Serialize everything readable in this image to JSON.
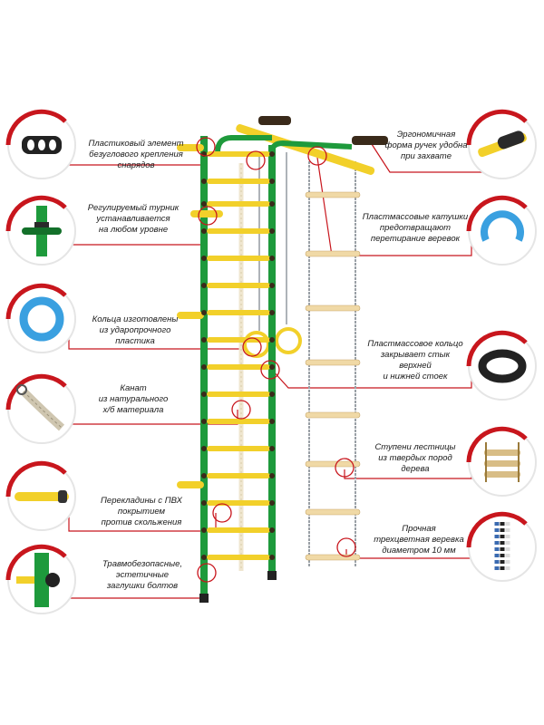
{
  "colors": {
    "frame": "#1e9a3c",
    "frame_dark": "#13702a",
    "bars": "#f2d02a",
    "ring_accent": "#c8161d",
    "ladder_rungs": "#f0d9a6",
    "rope": "#efe6cf",
    "chain": "#9aa0a6"
  },
  "annotations": [
    {
      "id": "plastic-fixing",
      "text": "Пластиковый элемент\nбезуглового крепления\nснарядов",
      "icon": "plastic-fixing-icon"
    },
    {
      "id": "ergonomic-handles",
      "text": "Эргономичная\nформа ручек удобна\nпри захвате",
      "icon": "handle-grip-icon"
    },
    {
      "id": "adjustable-bar",
      "text": "Регулируемый турник\nустанавливается\nна любом уровне",
      "icon": "adjustable-bar-icon"
    },
    {
      "id": "plastic-spools",
      "text": "Пластмассовые катушки\nпредотвращают\nперетирание веревок",
      "icon": "spool-icon"
    },
    {
      "id": "rings",
      "text": "Кольца изготовлены\nиз ударопрочного\nпластика",
      "icon": "ring-icon"
    },
    {
      "id": "joint-ring",
      "text": "Пластмассовое кольцо\nзакрывает стык\nверхней\nи нижней стоек",
      "icon": "joint-ring-icon"
    },
    {
      "id": "rope",
      "text": "Канат\nиз натурального\nх/б материала",
      "icon": "rope-icon"
    },
    {
      "id": "ladder-steps",
      "text": "Ступени лестницы\nиз твердых пород\nдерева",
      "icon": "ladder-steps-icon"
    },
    {
      "id": "pvc-bars",
      "text": "Перекладины с ПВХ\nпокрытием\nпротив скольжения",
      "icon": "pvc-bar-icon"
    },
    {
      "id": "tricolor-rope",
      "text": "Прочная\nтрехцветная веревка\nдиаметром 10 мм",
      "icon": "tricolor-rope-icon"
    },
    {
      "id": "safety-caps",
      "text": "Травмобезопасные,\nэстетичные\nзаглушки болтов",
      "icon": "bolt-cap-icon"
    }
  ]
}
